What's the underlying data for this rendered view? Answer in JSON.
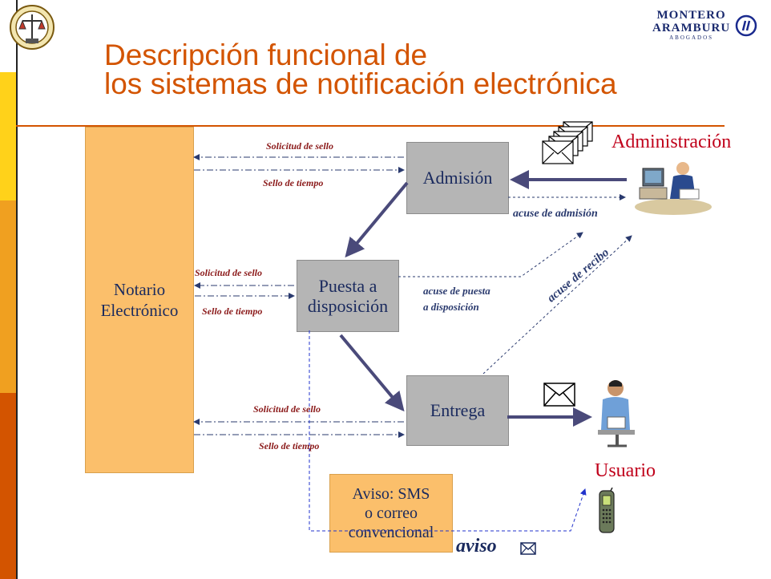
{
  "slide": {
    "title_line1": "Descripción funcional de",
    "title_line2": "los sistemas de notificación electrónica",
    "logo": {
      "line1": "MONTERO",
      "line2": "ARAMBURU",
      "line3": "ABOGADOS"
    },
    "colors": {
      "accent": "#d35400",
      "orange_box": "#fbbf6b",
      "gray_box": "#b5b5b5",
      "actor_red": "#c0001a",
      "arrow_dark": "#4a4a7a",
      "dashed_blue": "#2233cc"
    }
  },
  "diagram": {
    "notary": {
      "line1": "Notario",
      "line2": "Electrónico"
    },
    "admision": "Admisión",
    "puesta": {
      "line1": "Puesta a",
      "line2": "disposición"
    },
    "entrega": "Entrega",
    "aviso_box": {
      "line1": "Aviso: SMS",
      "line2": "o correo",
      "line3": "convencional"
    },
    "labels": {
      "sol1": "Solicitud de sello",
      "sel1": "Sello de tiempo",
      "sol2": "Solicitud de sello",
      "sel2": "Sello de tiempo",
      "sol3": "Solicitud de sello",
      "sel3": "Sello de tiempo",
      "acuse_admision": "acuse de admisión",
      "acuse_puesta_1": "acuse de puesta",
      "acuse_puesta_2": "a disposición",
      "acuse_recibo": "acuse de recibo",
      "aviso": "aviso"
    },
    "actors": {
      "administracion": "Administración",
      "usuario": "Usuario"
    }
  }
}
